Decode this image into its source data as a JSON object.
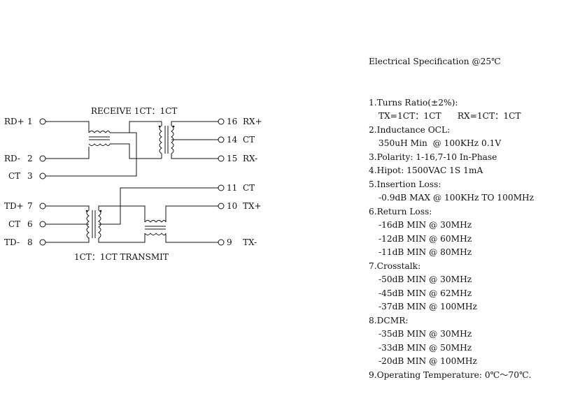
{
  "schematic": {
    "receive_label": "RECEIVE  1CT：1CT",
    "transmit_label": "1CT：1CT  TRANSMIT",
    "pins_left": [
      {
        "name": "RD+",
        "num": "1"
      },
      {
        "name": "RD-",
        "num": "2"
      },
      {
        "name": "CT",
        "num": "3"
      },
      {
        "name": "TD+",
        "num": "7"
      },
      {
        "name": "CT",
        "num": "6"
      },
      {
        "name": "TD-",
        "num": "8"
      }
    ],
    "pins_right": [
      {
        "num": "16",
        "name": "RX+"
      },
      {
        "num": "14",
        "name": "CT"
      },
      {
        "num": "15",
        "name": "RX-"
      },
      {
        "num": "11",
        "name": "CT"
      },
      {
        "num": "10",
        "name": "TX+"
      },
      {
        "num": "9",
        "name": "TX-"
      }
    ]
  },
  "spec": {
    "title": "Electrical Specification @25℃",
    "items": [
      {
        "label": "1.Turns Ratio(±2%):",
        "lines": [
          "TX=1CT：1CT      RX=1CT：1CT"
        ]
      },
      {
        "label": "2.Inductance OCL:",
        "lines": [
          "350uH Min  @ 100KHz 0.1V"
        ]
      },
      {
        "label": "3.Polarity: 1-16,7-10 In-Phase",
        "lines": []
      },
      {
        "label": "4.Hipot: 1500VAC 1S 1mA",
        "lines": []
      },
      {
        "label": "5.Insertion Loss:",
        "lines": [
          "-0.9dB MAX @ 100KHz TO 100MHz"
        ]
      },
      {
        "label": "6.Return Loss:",
        "lines": [
          "-16dB MIN @ 30MHz",
          "-12dB MIN @ 60MHz",
          "-11dB MIN @ 80MHz"
        ]
      },
      {
        "label": "7.Crosstalk:",
        "lines": [
          "-50dB MIN @ 30MHz",
          "-45dB MIN @ 62MHz",
          "-37dB MIN @ 100MHz"
        ]
      },
      {
        "label": "8.DCMR:",
        "lines": [
          "-35dB MIN @ 30MHz",
          "-33dB MIN @ 50MHz",
          "-20dB MIN @ 100MHz"
        ]
      },
      {
        "label": "9.Operating Temperature: 0℃～70℃.",
        "lines": []
      }
    ]
  }
}
